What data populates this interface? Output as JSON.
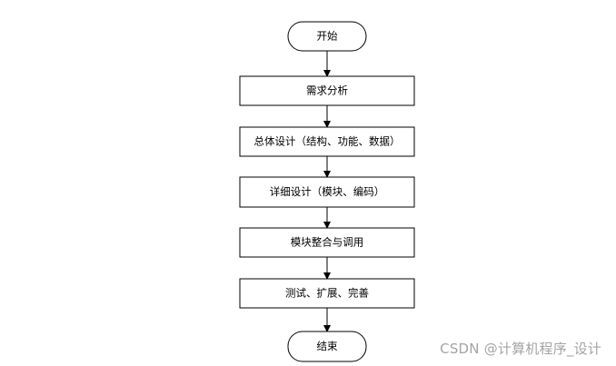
{
  "flowchart": {
    "start": "开始",
    "steps": [
      "需求分析",
      "总体设计（结构、功能、数据）",
      "详细设计（模块、编码）",
      "模块整合与调用",
      "测试、扩展、完善"
    ],
    "end": "结束"
  },
  "watermark": "CSDN @计算机程序_设计",
  "colors": {
    "stroke": "#000000",
    "text": "#000000",
    "watermark": "#a4a4a4",
    "background": "#ffffff"
  }
}
